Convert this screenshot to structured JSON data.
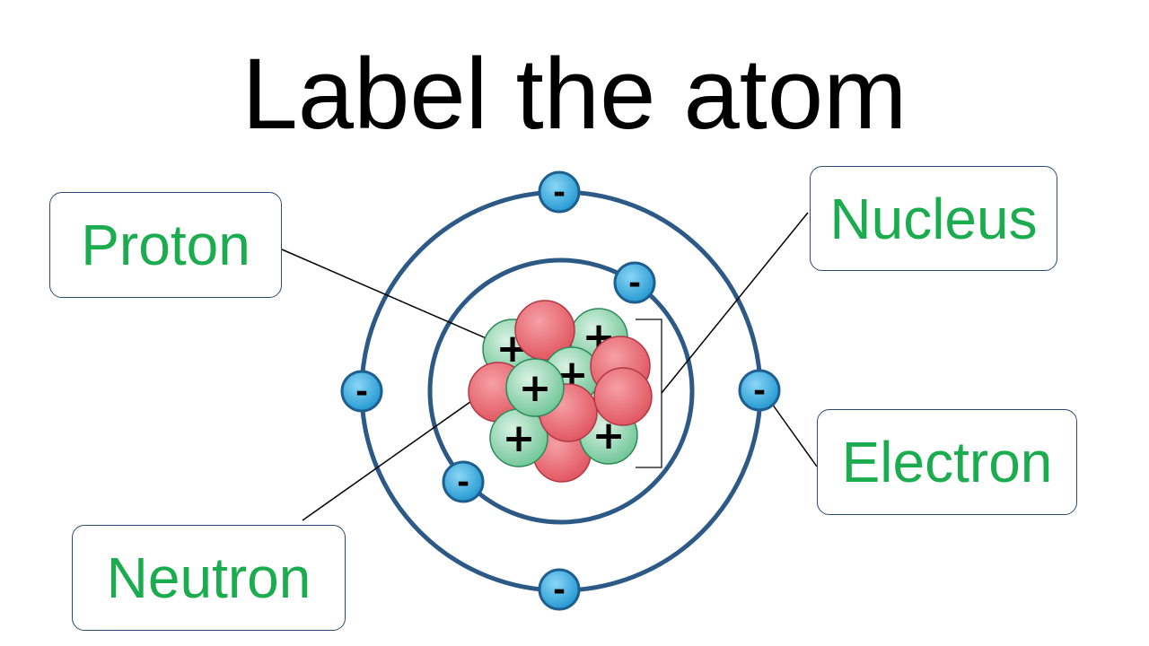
{
  "title": "Label the atom",
  "labels": {
    "proton": "Proton",
    "nucleus": "Nucleus",
    "electron": "Electron",
    "neutron": "Neutron"
  },
  "signs": {
    "proton": "+",
    "electron": "-"
  },
  "colors": {
    "label_text": "#1aac4e",
    "label_border": "#2f4a72",
    "orbit": "#2c5986",
    "proton_fill": "#93d4b0",
    "proton_stroke": "#2b8a57",
    "neutron_fill": "#ec6670",
    "neutron_stroke": "#b03846",
    "electron_fill": "#2ea6dd",
    "electron_stroke": "#1f5f8f"
  }
}
